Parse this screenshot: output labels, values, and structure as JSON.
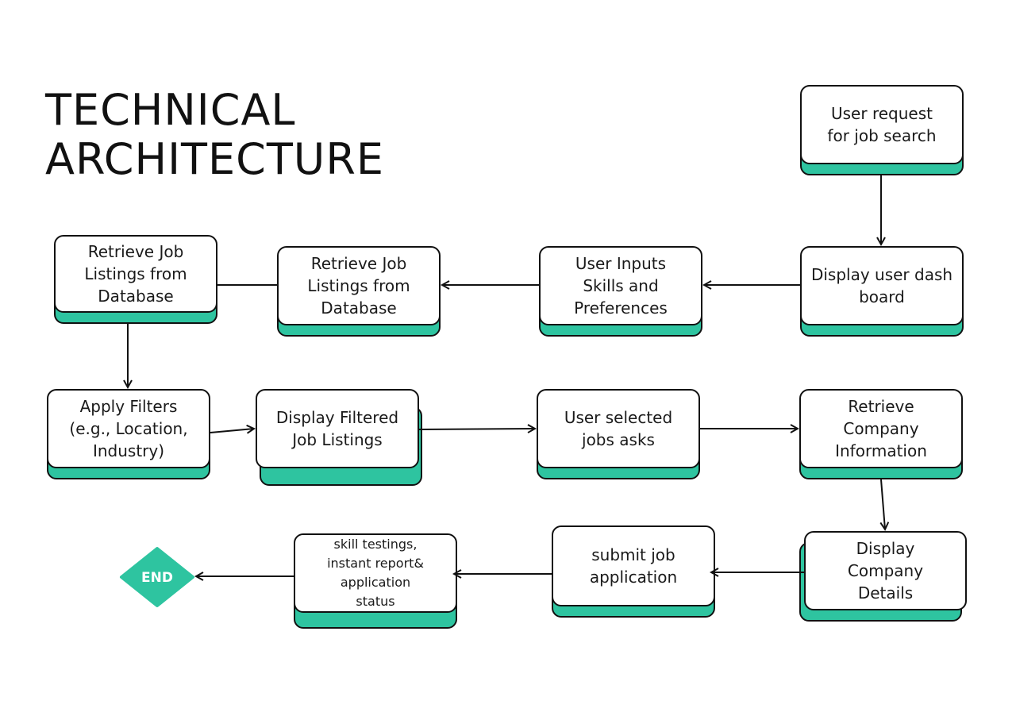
{
  "title": "TECHNICAL\nARCHITECTURE",
  "nodes": {
    "user_request": "User request\nfor job search",
    "display_dashboard": "Display user dash\nboard",
    "user_inputs": "User Inputs\nSkills and\nPreferences",
    "retrieve_listings_1": "Retrieve Job\nListings from\nDatabase",
    "retrieve_listings_2": "Retrieve Job\nListings from\nDatabase",
    "apply_filters": "Apply Filters\n(e.g., Location,\nIndustry)",
    "display_filtered": "Display Filtered\nJob Listings",
    "user_selected": "User selected\njobs asks",
    "retrieve_company": "Retrieve\nCompany\nInformation",
    "display_company": "Display\nCompany\nDetails",
    "submit_application": "submit job\napplication",
    "skill_testing": "skill testings,\ninstant report&\napplication\nstatus",
    "end": "END"
  },
  "colors": {
    "accent": "#2ec4a0",
    "stroke": "#111111",
    "background": "#ffffff"
  }
}
